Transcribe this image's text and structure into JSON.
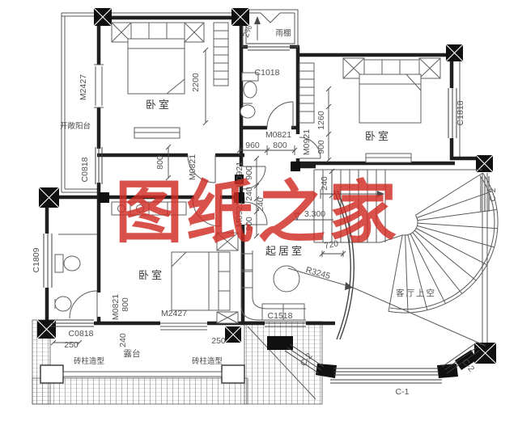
{
  "watermark": "图纸之家",
  "accent_color": "#d02c24",
  "rooms": {
    "bed1": "卧室",
    "bed2": "卧室",
    "bed3": "卧室",
    "living": "起居室",
    "balcony": "开敞阳台",
    "terrace": "露台",
    "voidroom": "客厅上空",
    "canopy": "雨棚",
    "pierL": "砖柱造型",
    "pierR": "砖柱造型"
  },
  "windows": {
    "c0818L": "C0818",
    "c0818B": "C0818",
    "c1018": "C1018",
    "c1818": "C1818",
    "c1809": "C1809",
    "c1518": "C1518",
    "c1": "C-1",
    "c2a": "C-2",
    "c2b": "C-2",
    "c2c": "C-2"
  },
  "doors": {
    "m2427L": "M2427",
    "m2427B": "M2427",
    "m0821a": "M0821",
    "m0821b": "M0821",
    "m0821c": "M0821",
    "m0921a": "M0921",
    "m0921b": "M0921",
    "m0921c": "M0921"
  },
  "dims": {
    "d2200": "2200",
    "d800a": "800",
    "d960": "960",
    "d800b": "800",
    "d1260": "1260",
    "d900a": "900",
    "d900b": "900",
    "d240a": "240",
    "d240b": "240",
    "d900c": "900",
    "d240c": "240",
    "d720": "720",
    "lvl": "3.300",
    "rad": "R3245",
    "slope": "2%",
    "d250a": "250",
    "d250b": "250",
    "d240d": "240",
    "d800c": "800"
  }
}
